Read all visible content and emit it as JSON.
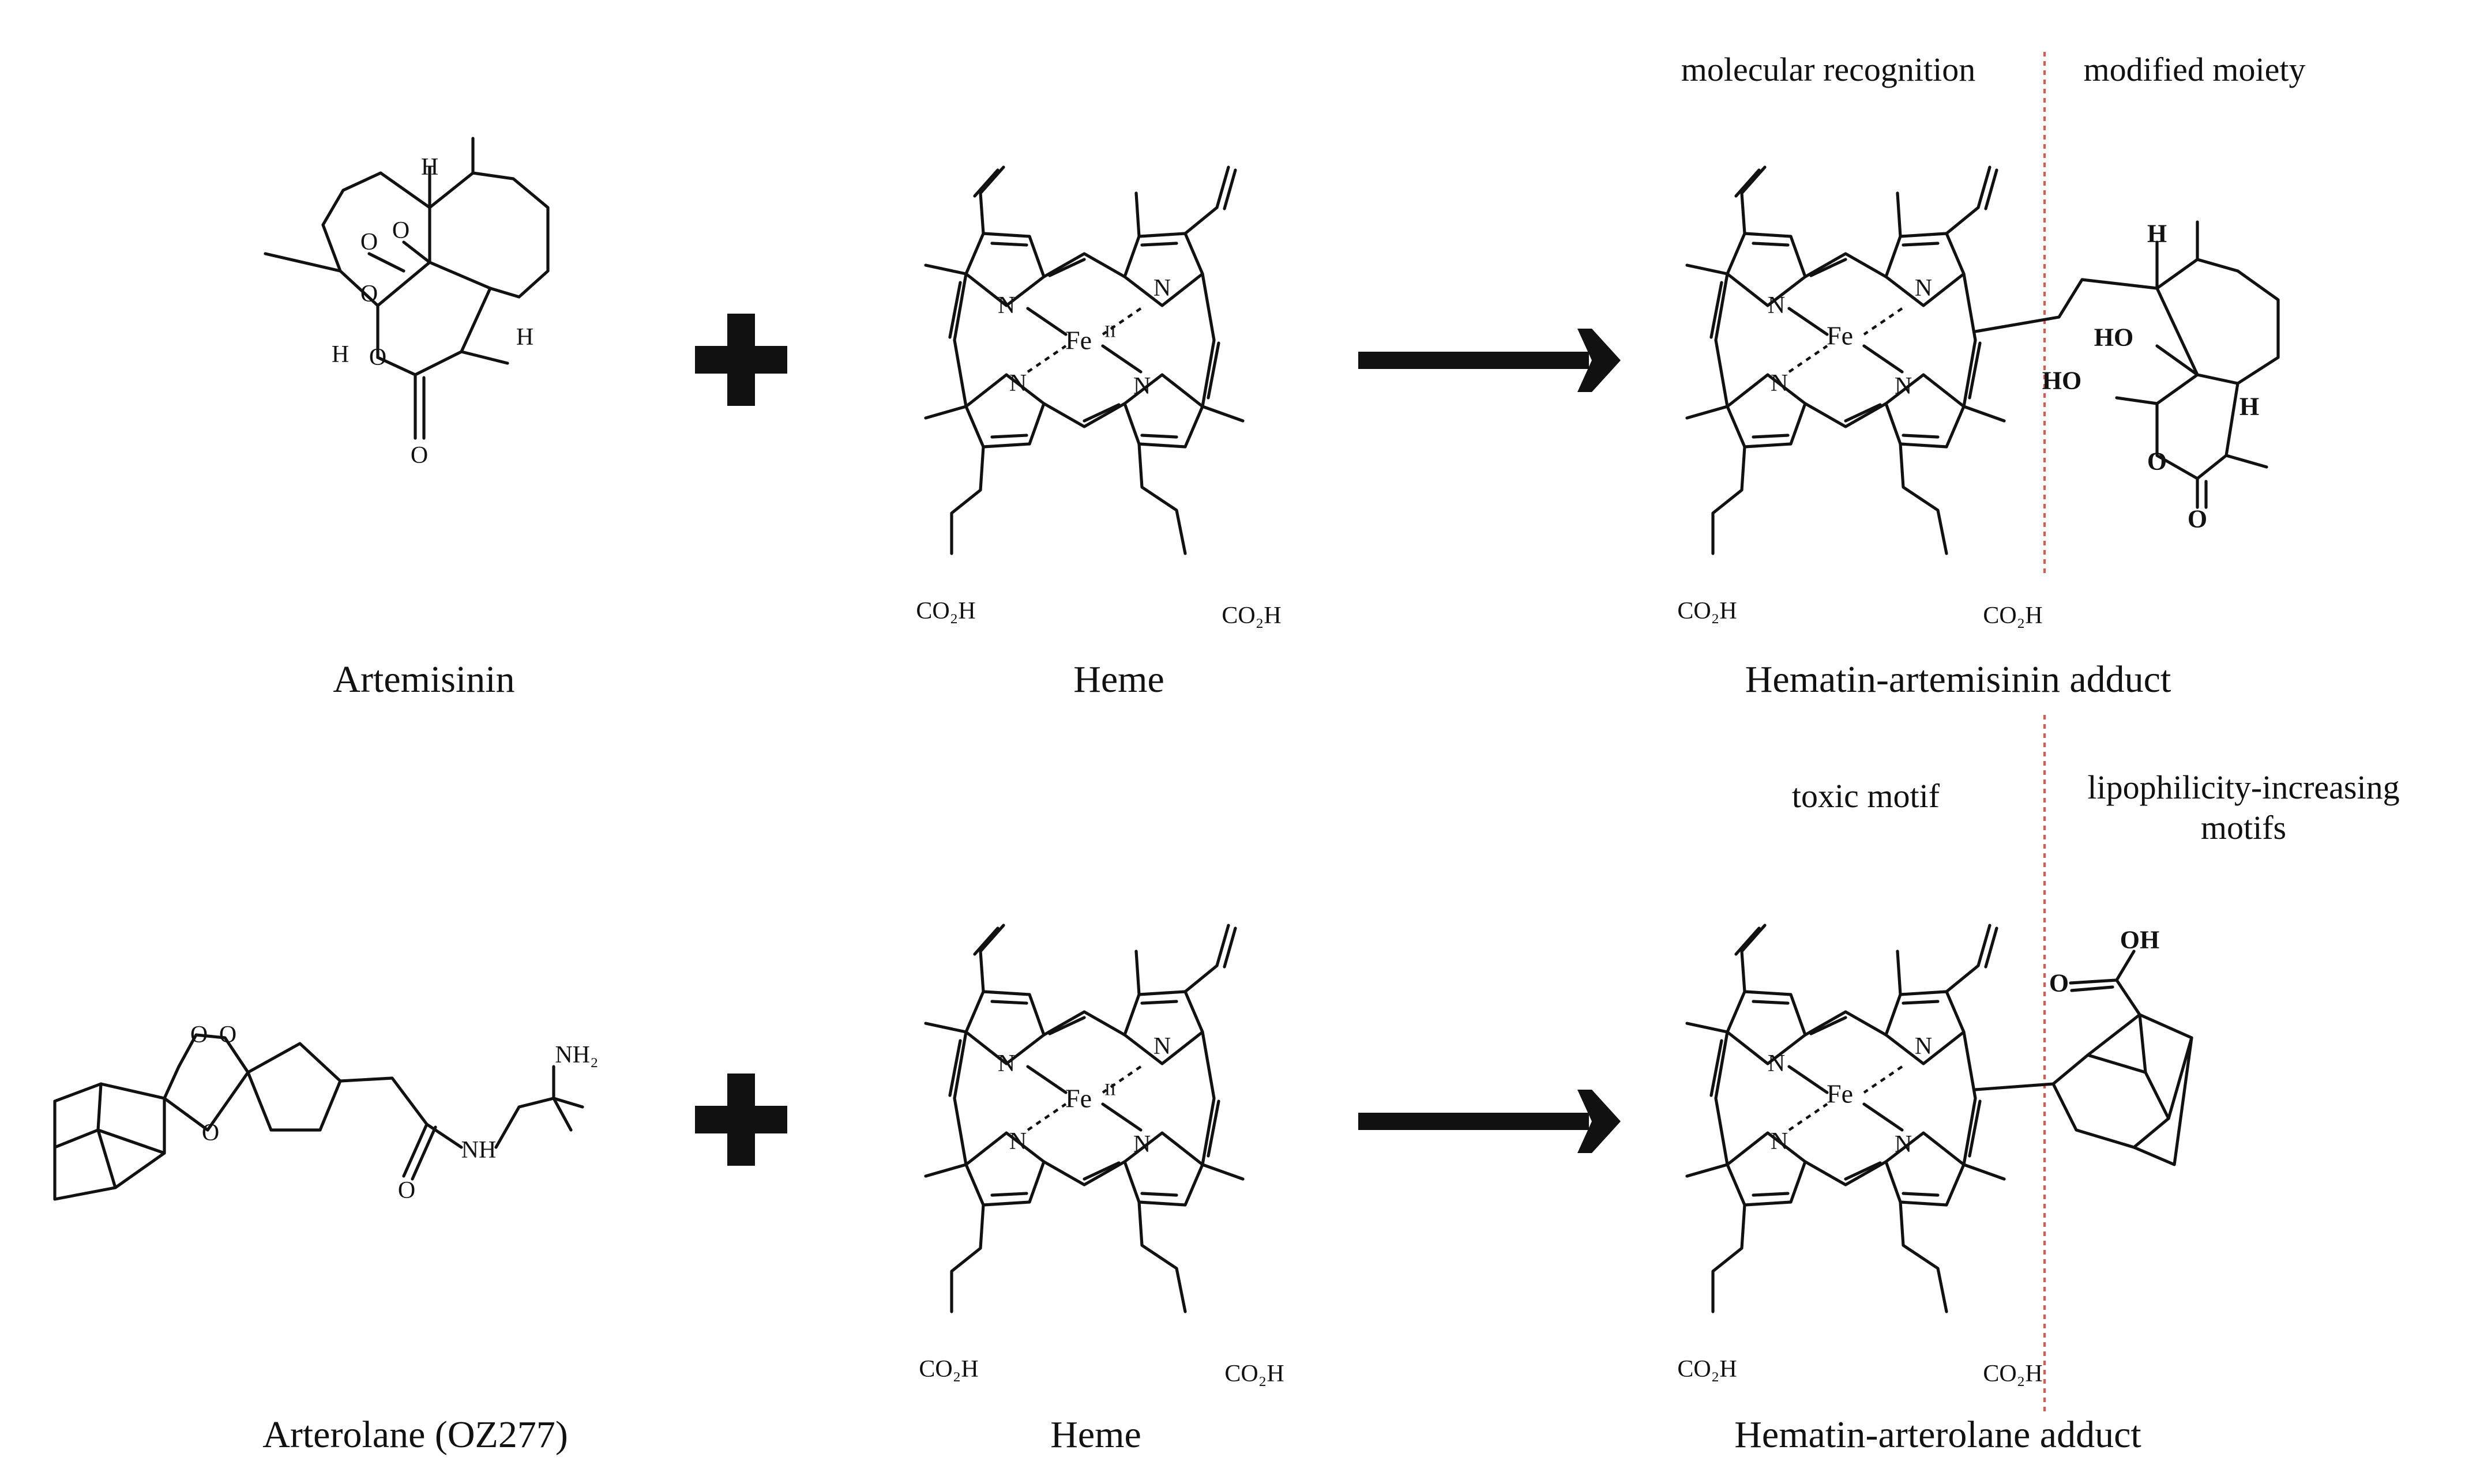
{
  "captions": {
    "artemisinin": "Artemisinin",
    "heme_top": "Heme",
    "adduct_top": "Hematin-artemisinin adduct",
    "arterolane": "Arterolane (OZ277)",
    "heme_bottom": "Heme",
    "adduct_bottom": "Hematin-arterolane adduct"
  },
  "region_labels": {
    "molecular_recognition": "molecular recognition",
    "modified_moiety": "modified moiety",
    "toxic_motif": "toxic motif",
    "lipophilicity_line1": "lipophilicity-increasing",
    "lipophilicity_line2": "motifs"
  },
  "atom_labels": {
    "N": "N",
    "Fe": "Fe",
    "Fe_oxidation": "II",
    "CO2H": "CO₂H",
    "O": "O",
    "H": "H",
    "HO": "HO",
    "OH": "OH",
    "NH": "NH",
    "NH2": "NH₂"
  },
  "colors": {
    "ink": "#111111",
    "divider": "#e8534a",
    "background": "#ffffff"
  },
  "symbols": {
    "plus": "plus-icon",
    "arrow": "reaction-arrow-icon"
  }
}
